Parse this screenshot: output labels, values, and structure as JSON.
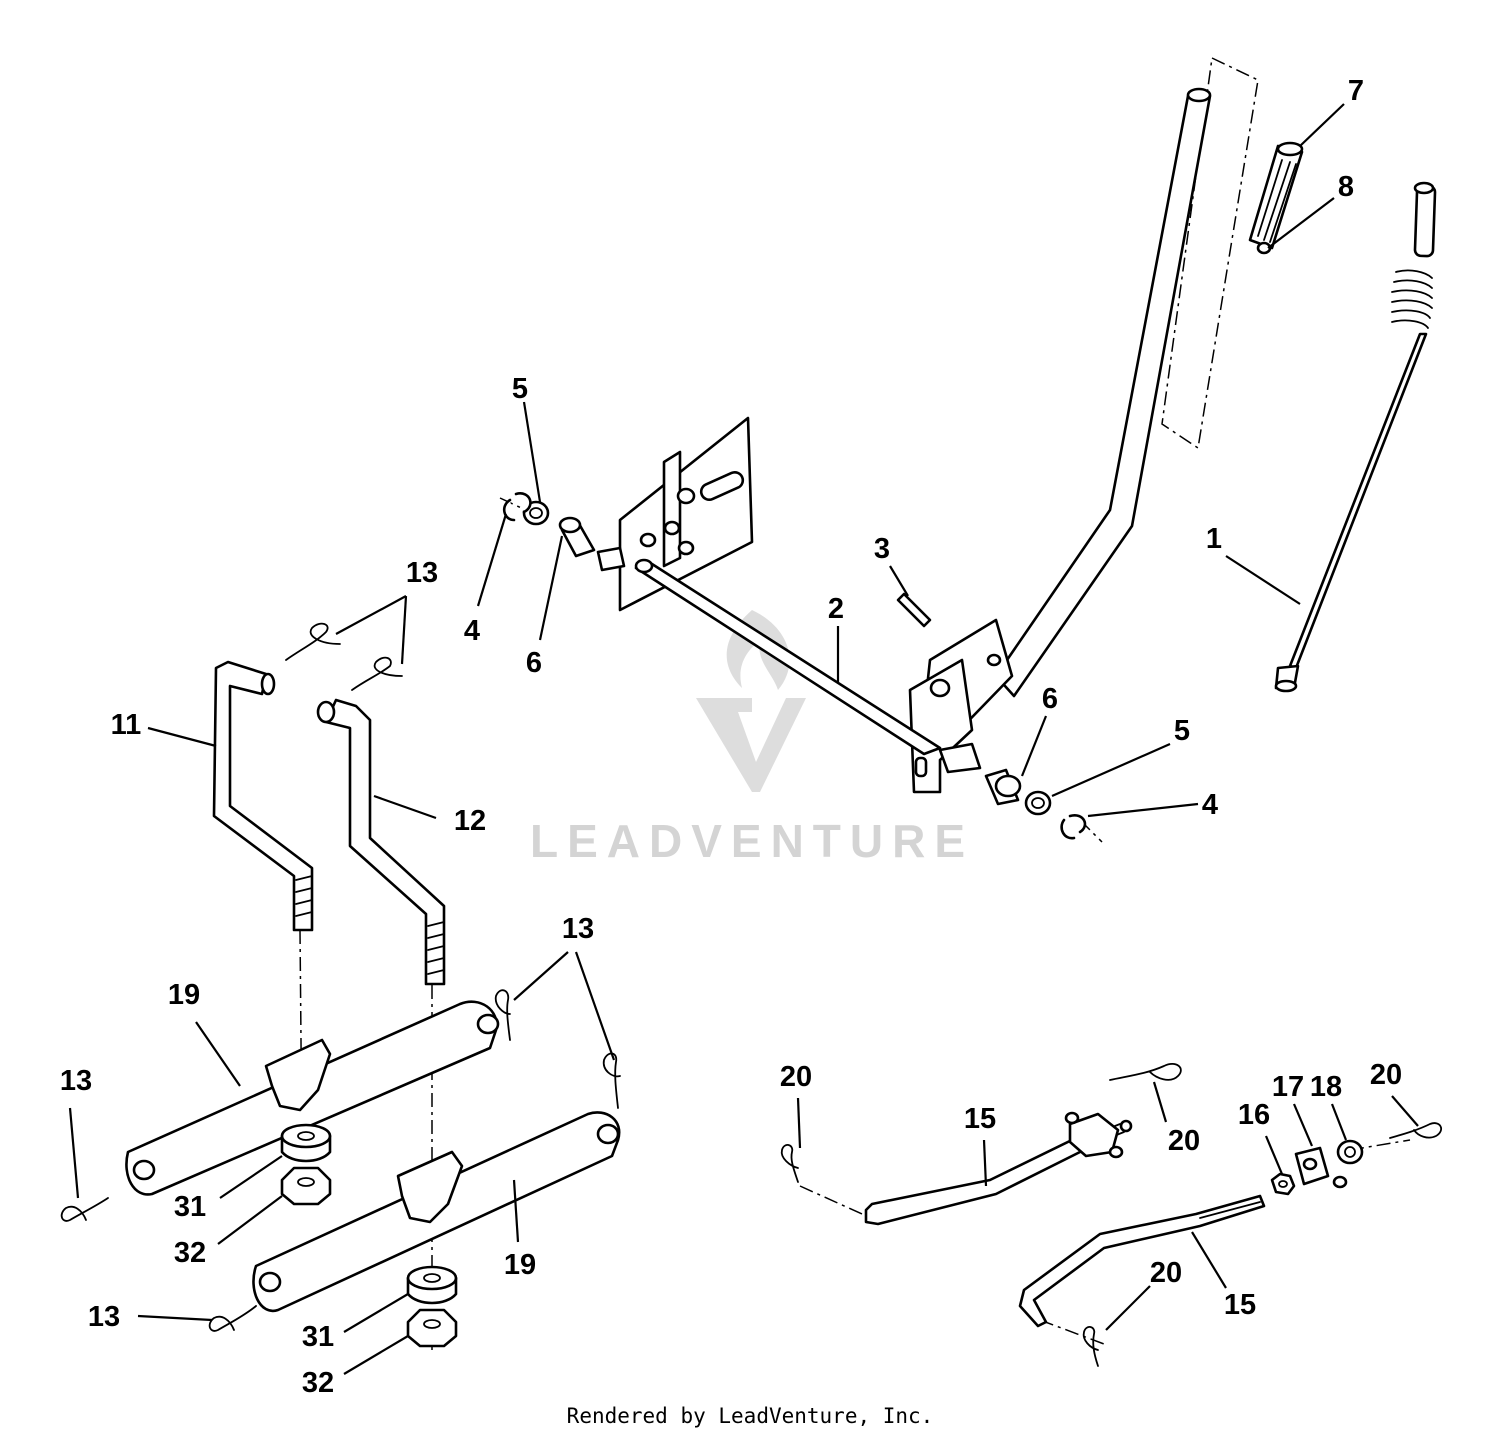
{
  "watermark": {
    "text": "LEADVENTURE"
  },
  "footer": {
    "text": "Rendered by LeadVenture, Inc."
  },
  "callouts": [
    {
      "key": "c7",
      "label": "7"
    },
    {
      "key": "c8",
      "label": "8"
    },
    {
      "key": "c1",
      "label": "1"
    },
    {
      "key": "c5a",
      "label": "5"
    },
    {
      "key": "c4a",
      "label": "4"
    },
    {
      "key": "c6a",
      "label": "6"
    },
    {
      "key": "c3",
      "label": "3"
    },
    {
      "key": "c2",
      "label": "2"
    },
    {
      "key": "c6b",
      "label": "6"
    },
    {
      "key": "c5b",
      "label": "5"
    },
    {
      "key": "c4b",
      "label": "4"
    },
    {
      "key": "c13a",
      "label": "13"
    },
    {
      "key": "c11",
      "label": "11"
    },
    {
      "key": "c12",
      "label": "12"
    },
    {
      "key": "c13b",
      "label": "13"
    },
    {
      "key": "c19a",
      "label": "19"
    },
    {
      "key": "c13c",
      "label": "13"
    },
    {
      "key": "c31a",
      "label": "31"
    },
    {
      "key": "c32a",
      "label": "32"
    },
    {
      "key": "c19b",
      "label": "19"
    },
    {
      "key": "c13d",
      "label": "13"
    },
    {
      "key": "c31b",
      "label": "31"
    },
    {
      "key": "c32b",
      "label": "32"
    },
    {
      "key": "c20a",
      "label": "20"
    },
    {
      "key": "c15a",
      "label": "15"
    },
    {
      "key": "c20b",
      "label": "20"
    },
    {
      "key": "c17",
      "label": "17"
    },
    {
      "key": "c18",
      "label": "18"
    },
    {
      "key": "c20c",
      "label": "20"
    },
    {
      "key": "c16",
      "label": "16"
    },
    {
      "key": "c20d",
      "label": "20"
    },
    {
      "key": "c15b",
      "label": "15"
    }
  ]
}
